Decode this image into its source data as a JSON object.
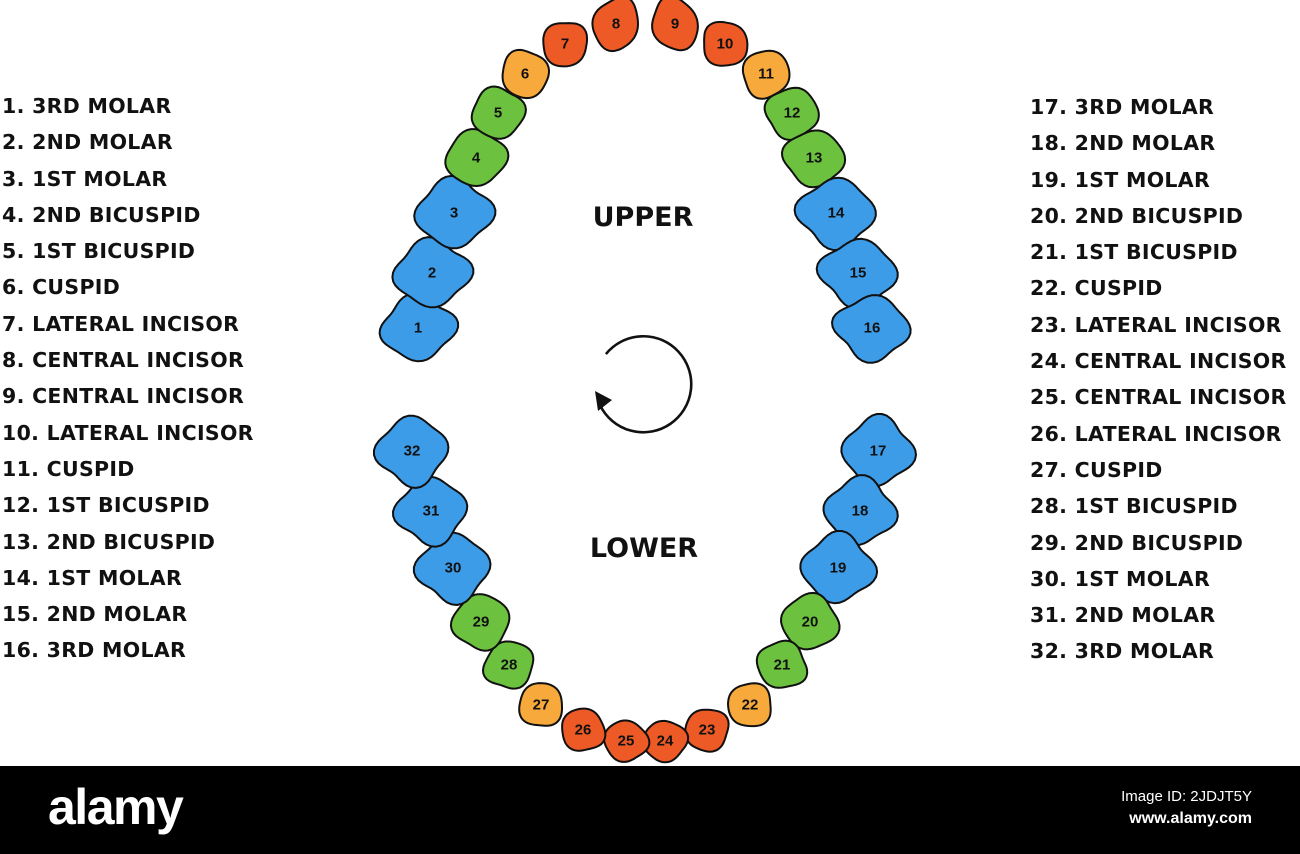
{
  "legend_left": [
    "1. 3RD MOLAR",
    "2. 2ND MOLAR",
    "3. 1ST MOLAR",
    "4. 2ND BICUSPID",
    "5. 1ST BICUSPID",
    "6. CUSPID",
    "7. LATERAL INCISOR",
    "8. CENTRAL INCISOR",
    "9. CENTRAL INCISOR",
    "10. LATERAL INCISOR",
    "11. CUSPID",
    "12. 1ST BICUSPID",
    "13. 2ND BICUSPID",
    "14. 1ST MOLAR",
    "15. 2ND MOLAR",
    "16. 3RD MOLAR"
  ],
  "legend_right": [
    "17. 3RD MOLAR",
    "18. 2ND MOLAR",
    "19. 1ST MOLAR",
    "20. 2ND BICUSPID",
    "21. 1ST BICUSPID",
    "22. CUSPID",
    "23. LATERAL INCISOR",
    "24. CENTRAL INCISOR",
    "25. CENTRAL INCISOR",
    "26. LATERAL INCISOR",
    "27. CUSPID",
    "28. 1ST BICUSPID",
    "29. 2ND BICUSPID",
    "30. 1ST MOLAR",
    "31. 2ND MOLAR",
    "32. 3RD MOLAR"
  ],
  "diagram": {
    "upper_label": "UPPER",
    "lower_label": "LOWER",
    "rotation_icon": "clockwise-rotation-arrow-icon"
  },
  "tooth_colors": {
    "molar": "#3d9ce8",
    "bicuspid": "#6cc23f",
    "cuspid": "#f7a93b",
    "incisor": "#ee5a26"
  },
  "teeth": [
    {
      "n": "1",
      "type": "molar"
    },
    {
      "n": "2",
      "type": "molar"
    },
    {
      "n": "3",
      "type": "molar"
    },
    {
      "n": "4",
      "type": "bicuspid"
    },
    {
      "n": "5",
      "type": "bicuspid"
    },
    {
      "n": "6",
      "type": "cuspid"
    },
    {
      "n": "7",
      "type": "incisor"
    },
    {
      "n": "8",
      "type": "incisor"
    },
    {
      "n": "9",
      "type": "incisor"
    },
    {
      "n": "10",
      "type": "incisor"
    },
    {
      "n": "11",
      "type": "cuspid"
    },
    {
      "n": "12",
      "type": "bicuspid"
    },
    {
      "n": "13",
      "type": "bicuspid"
    },
    {
      "n": "14",
      "type": "molar"
    },
    {
      "n": "15",
      "type": "molar"
    },
    {
      "n": "16",
      "type": "molar"
    },
    {
      "n": "17",
      "type": "molar"
    },
    {
      "n": "18",
      "type": "molar"
    },
    {
      "n": "19",
      "type": "molar"
    },
    {
      "n": "20",
      "type": "bicuspid"
    },
    {
      "n": "21",
      "type": "bicuspid"
    },
    {
      "n": "22",
      "type": "cuspid"
    },
    {
      "n": "23",
      "type": "incisor"
    },
    {
      "n": "24",
      "type": "incisor"
    },
    {
      "n": "25",
      "type": "incisor"
    },
    {
      "n": "26",
      "type": "incisor"
    },
    {
      "n": "27",
      "type": "cuspid"
    },
    {
      "n": "28",
      "type": "bicuspid"
    },
    {
      "n": "29",
      "type": "bicuspid"
    },
    {
      "n": "30",
      "type": "molar"
    },
    {
      "n": "31",
      "type": "molar"
    },
    {
      "n": "32",
      "type": "molar"
    }
  ],
  "footer": {
    "brand": "alamy",
    "image_id": "Image ID: 2JDJT5Y",
    "site": "www.alamy.com"
  }
}
